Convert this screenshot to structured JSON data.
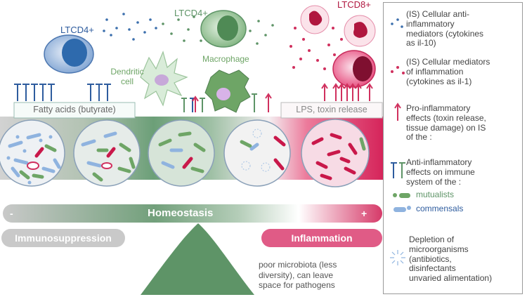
{
  "cells": {
    "ltcd4_left": "LTCD4+",
    "ltcd4_top": "LTCD4+",
    "ltcd8": "LTCD8+",
    "dendritic": "Dendritic\ncell",
    "macrophage": "Macrophage"
  },
  "boxes": {
    "fatty_acids": "Fatty acids (butyrate)",
    "lps": "LPS, toxin release"
  },
  "bar": {
    "minus": "-",
    "title": "Homeostasis",
    "plus": "+"
  },
  "states": {
    "immunosuppression": "Immunosuppression",
    "inflammation": "Inflammation"
  },
  "note": "poor microbiota (less\ndiversity), can leave\nspace for pathogens",
  "legend": {
    "anti_mediators": "(IS) Cellular anti-\ninflammatory\nmediators (cytokines\nas il-10)",
    "pro_mediators": "(IS) Cellular mediators\nof inflammation\n(cytokines as il-1)",
    "pro_effects": "Pro-inflammatory\neffects (toxin release,\ntissue damage) on IS\nof the :",
    "anti_effects": "Anti-inflammatory\neffects on immune\nsystem of the :",
    "mutualists": "mutualists",
    "commensals": "commensals",
    "depletion": "Depletion of\nmicroorganisms\n(antibiotics,\ndisinfectants\nunvaried alimentation)"
  },
  "colors": {
    "green": "#5e9467",
    "pink": "#d0305e",
    "blue": "#2e5c9e",
    "grey": "#b8b8b8"
  }
}
